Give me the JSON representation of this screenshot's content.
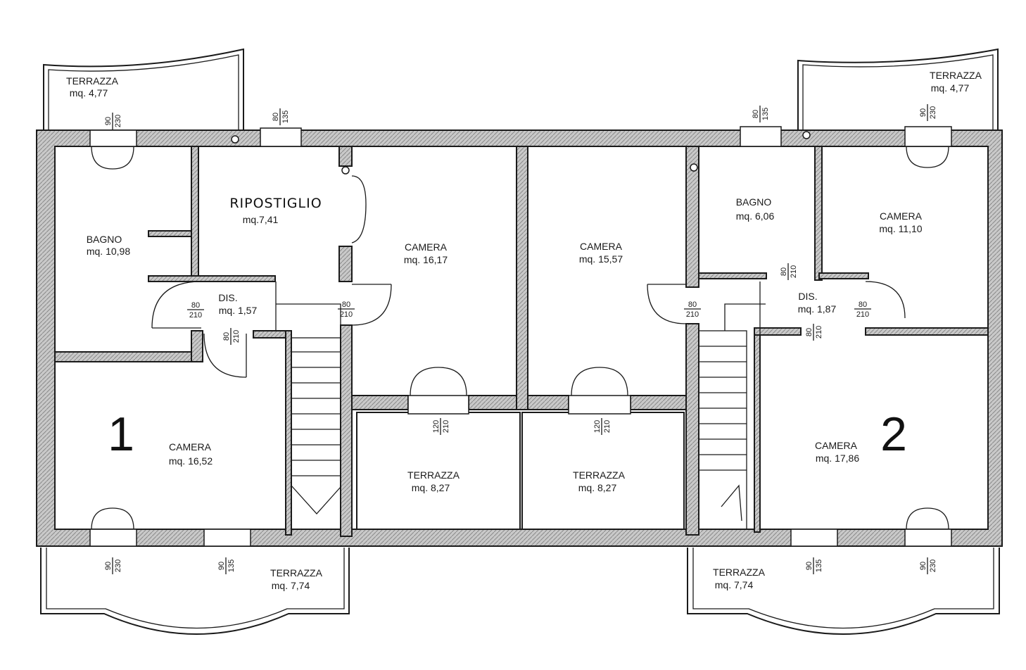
{
  "units": {
    "left": "1",
    "right": "2"
  },
  "rooms": {
    "terrazza_tl": {
      "name": "TERRAZZA",
      "area": "mq. 4,77"
    },
    "terrazza_tr": {
      "name": "TERRAZZA",
      "area": "mq. 4,77"
    },
    "ripostiglio": {
      "name": "RIPOSTIGLIO",
      "area": "mq.7,41"
    },
    "bagno_l": {
      "name": "BAGNO",
      "area": "mq. 10,98"
    },
    "dis_l": {
      "name": "DIS.",
      "area": "mq. 1,57"
    },
    "camera_c1": {
      "name": "CAMERA",
      "area": "mq. 16,17"
    },
    "camera_c2": {
      "name": "CAMERA",
      "area": "mq. 15,57"
    },
    "bagno_r": {
      "name": "BAGNO",
      "area": "mq. 6,06"
    },
    "camera_tr": {
      "name": "CAMERA",
      "area": "mq. 11,10"
    },
    "dis_r": {
      "name": "DIS.",
      "area": "mq. 1,87"
    },
    "camera_bl": {
      "name": "CAMERA",
      "area": "mq. 16,52"
    },
    "camera_br": {
      "name": "CAMERA",
      "area": "mq. 17,86"
    },
    "terrazza_cl": {
      "name": "TERRAZZA",
      "area": "mq. 8,27"
    },
    "terrazza_cr": {
      "name": "TERRAZZA",
      "area": "mq. 8,27"
    },
    "terrazza_bl": {
      "name": "TERRAZZA",
      "area": "mq. 7,74"
    },
    "terrazza_br": {
      "name": "TERRAZZA",
      "area": "mq. 7,74"
    }
  },
  "dims": {
    "w90": "90",
    "h230": "230",
    "w80": "80",
    "h135": "135",
    "h210": "210",
    "w120": "120"
  }
}
